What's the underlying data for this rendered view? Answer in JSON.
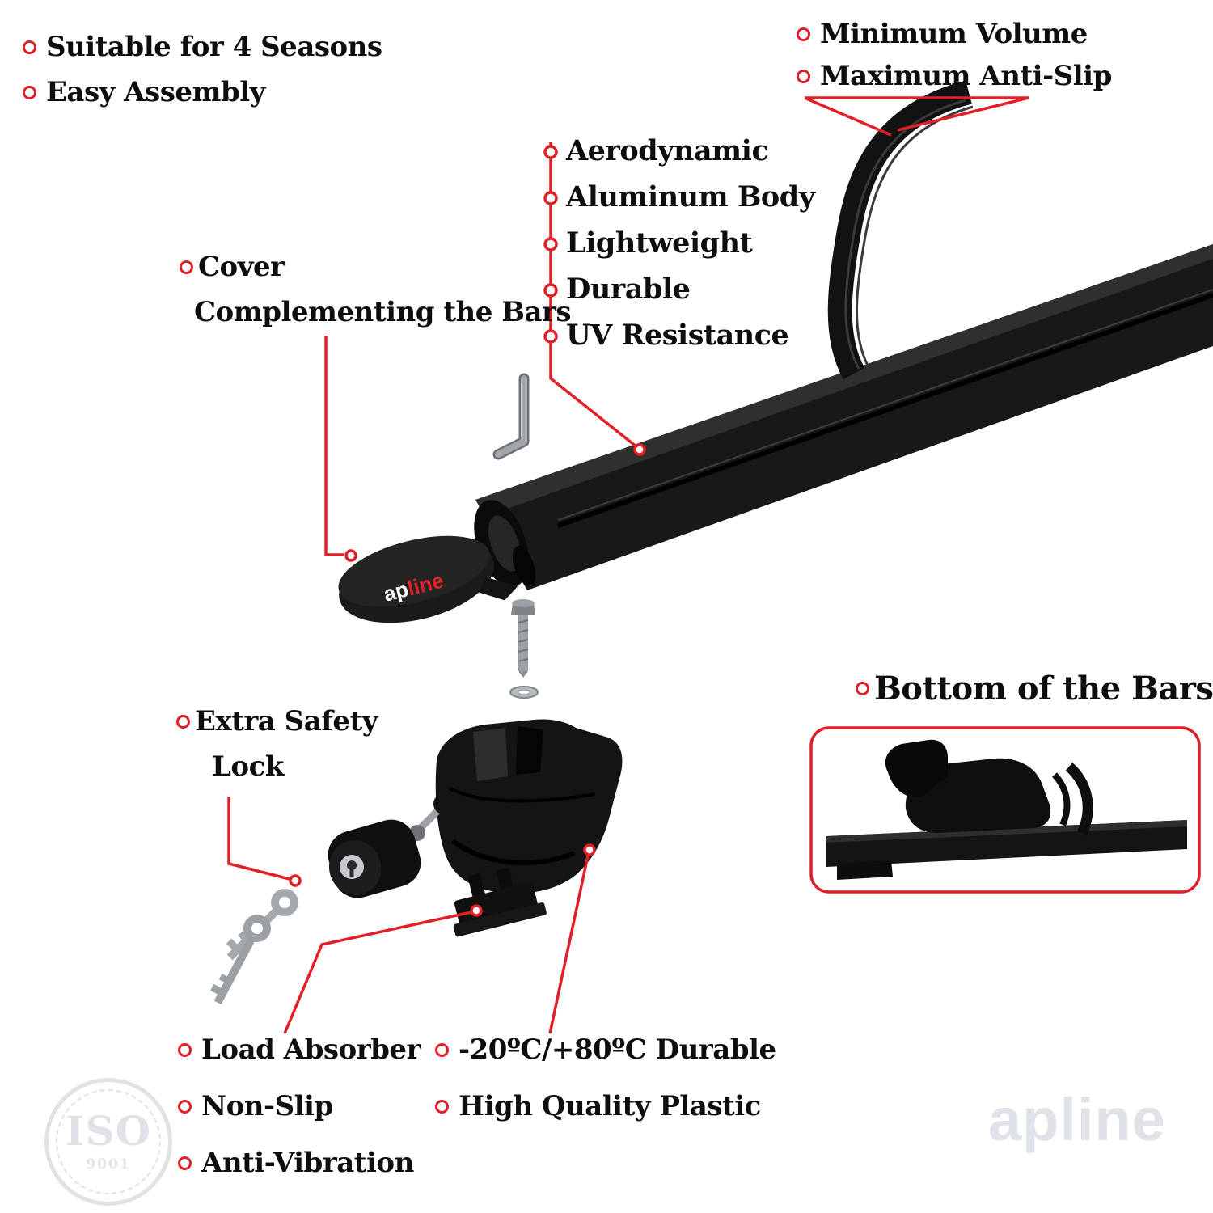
{
  "colors": {
    "accent": "#e01f26",
    "ink": "#0e0e0e",
    "watermark": "#dfe2e6"
  },
  "callouts": {
    "top_left": {
      "items": [
        "Suitable for 4 Seasons",
        "Easy Assembly"
      ]
    },
    "top_right": {
      "items": [
        "Minimum Volume",
        "Maximum Anti-Slip"
      ]
    },
    "cover": {
      "line1": "Cover",
      "line2": "Complementing the Bars"
    },
    "features": {
      "items": [
        "Aerodynamic",
        "Aluminum Body",
        "Lightweight",
        "Durable",
        "UV Resistance"
      ]
    },
    "bottom_of_bars": {
      "title": "Bottom of the Bars"
    },
    "extra_safety": {
      "line1": "Extra Safety",
      "line2": "Lock"
    },
    "bottom_left": {
      "items": [
        "Load Absorber",
        "Non-Slip",
        "Anti-Vibration"
      ]
    },
    "bottom_mid": {
      "items": [
        "-20ºC/+80ºC Durable",
        "High Quality Plastic"
      ]
    }
  },
  "brand": {
    "cover_logo_prefix": "ap",
    "cover_logo_suffix": "line",
    "watermark": "apline",
    "iso_title": "ISO",
    "iso_subtitle": "9001"
  }
}
